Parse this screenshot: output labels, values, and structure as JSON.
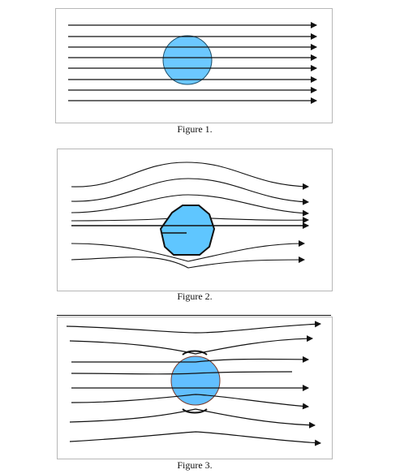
{
  "figures": [
    {
      "caption": "Figure 1.",
      "sphere_color": "#6cc8ff"
    },
    {
      "caption": "Figure 2.",
      "sphere_color": "#5fc6ff"
    },
    {
      "caption": "Figure 3.",
      "sphere_color": "#62bfff"
    }
  ],
  "colors": {
    "line": "#111111",
    "frame": "#b7b7b7",
    "sphere_stroke": "#1d4f6a"
  }
}
